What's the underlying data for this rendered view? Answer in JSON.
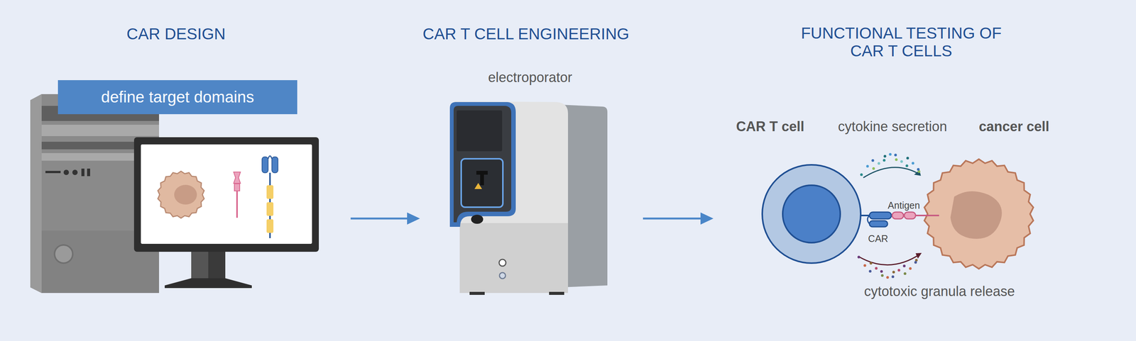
{
  "diagram": {
    "nodes": [
      {
        "text": [
          "define target domains"
        ]
      },
      {
        "text": [
          "electroporator"
        ]
      },
      {
        "text": [
          "CAR T cell"
        ]
      },
      {
        "text": [
          "cancer cell"
        ]
      }
    ],
    "edges": [
      {
        "from": 0,
        "to": 1,
        "arrow": "to"
      },
      {
        "from": 1,
        "to": 2,
        "arrow": "to"
      }
    ],
    "labels": [
      "CAR DESIGN",
      "CAR T CELL ENGINEERING",
      "FUNCTIONAL TESTING OF CAR T CELLS",
      "cytokine secretion",
      "Antigen",
      "CAR",
      "cytotoxic granula release"
    ]
  }
}
